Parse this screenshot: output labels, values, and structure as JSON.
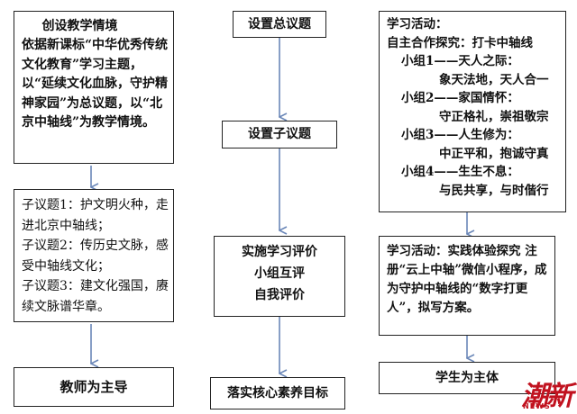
{
  "left": {
    "scenario_box": {
      "title": "创设教学情境",
      "body": "依据新课标“中华优秀传统文化教育”学习主题，以“延续文化血脉，守护精神家园”为总议题，以“北京中轴线”为教学情境。"
    },
    "subtopics_box": {
      "lines": [
        "子议题1：护文明火种，走进北京中轴线；",
        "子议题2：传历史文脉，感受中轴线文化；",
        "子议题3：建文化强国，赓续文脉谱华章。"
      ]
    },
    "result": "教师为主导"
  },
  "middle": {
    "main_topic": "设置总议题",
    "subtopic": "设置子议题",
    "evaluation": {
      "lines": [
        "实施学习评价",
        "小组互评",
        "自我评价"
      ]
    },
    "result": "落实核心素养目标"
  },
  "right": {
    "activity1": {
      "heading": "学习活动：",
      "subheading": "自主合作探究：打卡中轴线",
      "groups": [
        {
          "label": "小组1——天人之际：",
          "detail": "象天法地，天人合一"
        },
        {
          "label": "小组2——家国情怀：",
          "detail": "守正格礼，崇祖敬宗"
        },
        {
          "label": "小组3——人生修为：",
          "detail": "中正平和，抱诚守真"
        },
        {
          "label": "小组4——生生不息：",
          "detail": "与民共享，与时偕行"
        }
      ]
    },
    "activity2": {
      "text": "学习活动：实践体验探究 注册“云上中轴”微信小程序，成为守护中轴线的“数字打更人”，拟写方案。"
    },
    "result": "学生为主体"
  },
  "watermark": {
    "main": "潮新",
    "sub": "NEWS"
  },
  "colors": {
    "arrow": "#6b87b8",
    "border": "#222222",
    "watermark": "#c1121f"
  }
}
